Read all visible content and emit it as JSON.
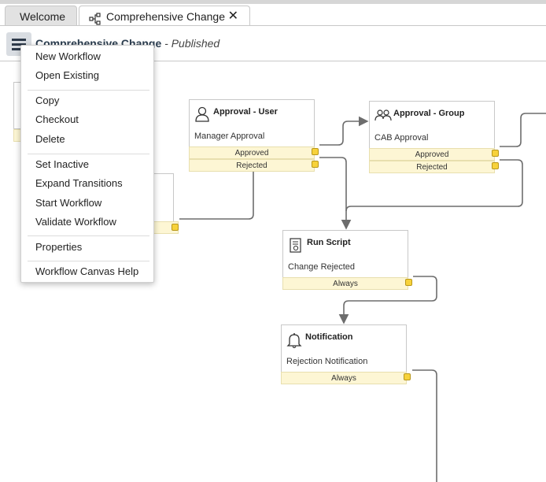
{
  "tabs": [
    {
      "label": "Welcome"
    },
    {
      "label": "Comprehensive Change"
    }
  ],
  "header": {
    "title": "Comprehensive Change",
    "status": " - Published"
  },
  "menu": {
    "items": [
      "New Workflow",
      "Open Existing",
      "Copy",
      "Checkout",
      "Delete",
      "Set Inactive",
      "Expand Transitions",
      "Start Workflow",
      "Validate Workflow",
      "Properties",
      "Workflow Canvas Help"
    ]
  },
  "nodes": {
    "approval_user": {
      "title": "Approval - User",
      "subtitle": "Manager Approval",
      "ports": [
        "Approved",
        "Rejected"
      ],
      "icon": "user-icon"
    },
    "approval_group": {
      "title": "Approval - Group",
      "subtitle": "CAB Approval",
      "ports": [
        "Approved",
        "Rejected"
      ],
      "icon": "group-icon"
    },
    "run_script": {
      "title": "Run Script",
      "subtitle": "Change Rejected",
      "ports": [
        "Always"
      ],
      "icon": "script-icon"
    },
    "notification": {
      "title": "Notification",
      "subtitle": "Rejection Notification",
      "ports": [
        "Always"
      ],
      "icon": "bell-icon"
    }
  },
  "colors": {
    "port_fill": "#fdf6d4",
    "port_handle": "#f7d23b",
    "wire": "#6d6d6d",
    "title": "#2c3e50"
  }
}
